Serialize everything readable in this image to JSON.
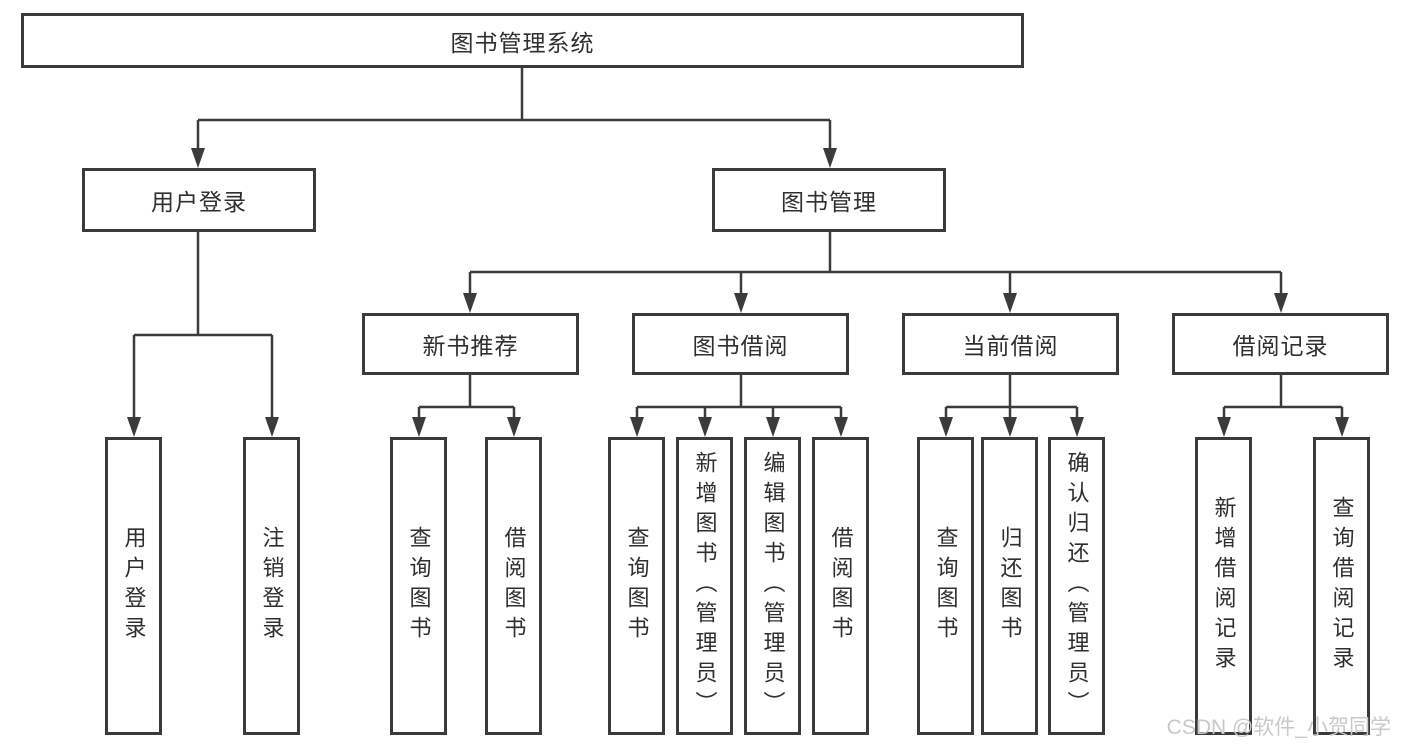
{
  "diagram": {
    "root": {
      "id": "library-management-system",
      "label": "图书管理系统"
    },
    "level2": [
      {
        "id": "user-login",
        "label": "用户登录"
      },
      {
        "id": "book-management",
        "label": "图书管理"
      }
    ],
    "level3": [
      {
        "id": "new-book-recommend",
        "parent": "book-management",
        "label": "新书推荐"
      },
      {
        "id": "book-borrow",
        "parent": "book-management",
        "label": "图书借阅"
      },
      {
        "id": "current-borrow",
        "parent": "book-management",
        "label": "当前借阅"
      },
      {
        "id": "borrow-records",
        "parent": "book-management",
        "label": "借阅记录"
      }
    ],
    "leaves": [
      {
        "parent": "user-login",
        "label": "用户登录"
      },
      {
        "parent": "user-login",
        "label": "注销登录"
      },
      {
        "parent": "new-book-recommend",
        "label": "查询图书"
      },
      {
        "parent": "new-book-recommend",
        "label": "借阅图书"
      },
      {
        "parent": "book-borrow",
        "label": "查询图书"
      },
      {
        "parent": "book-borrow",
        "label": "新增图书（管理员）"
      },
      {
        "parent": "book-borrow",
        "label": "编辑图书（管理员）"
      },
      {
        "parent": "book-borrow",
        "label": "借阅图书"
      },
      {
        "parent": "current-borrow",
        "label": "查询图书"
      },
      {
        "parent": "current-borrow",
        "label": "归还图书"
      },
      {
        "parent": "current-borrow",
        "label": "确认归还（管理员）"
      },
      {
        "parent": "borrow-records",
        "label": "新增借阅记录"
      },
      {
        "parent": "borrow-records",
        "label": "查询借阅记录"
      }
    ]
  },
  "watermark": "CSDN @软件_小贺同学",
  "colors": {
    "line": "#3b3b3b",
    "text": "#2f2f2f",
    "box_background": "#ffffff",
    "watermark": "#c9c9cd"
  }
}
